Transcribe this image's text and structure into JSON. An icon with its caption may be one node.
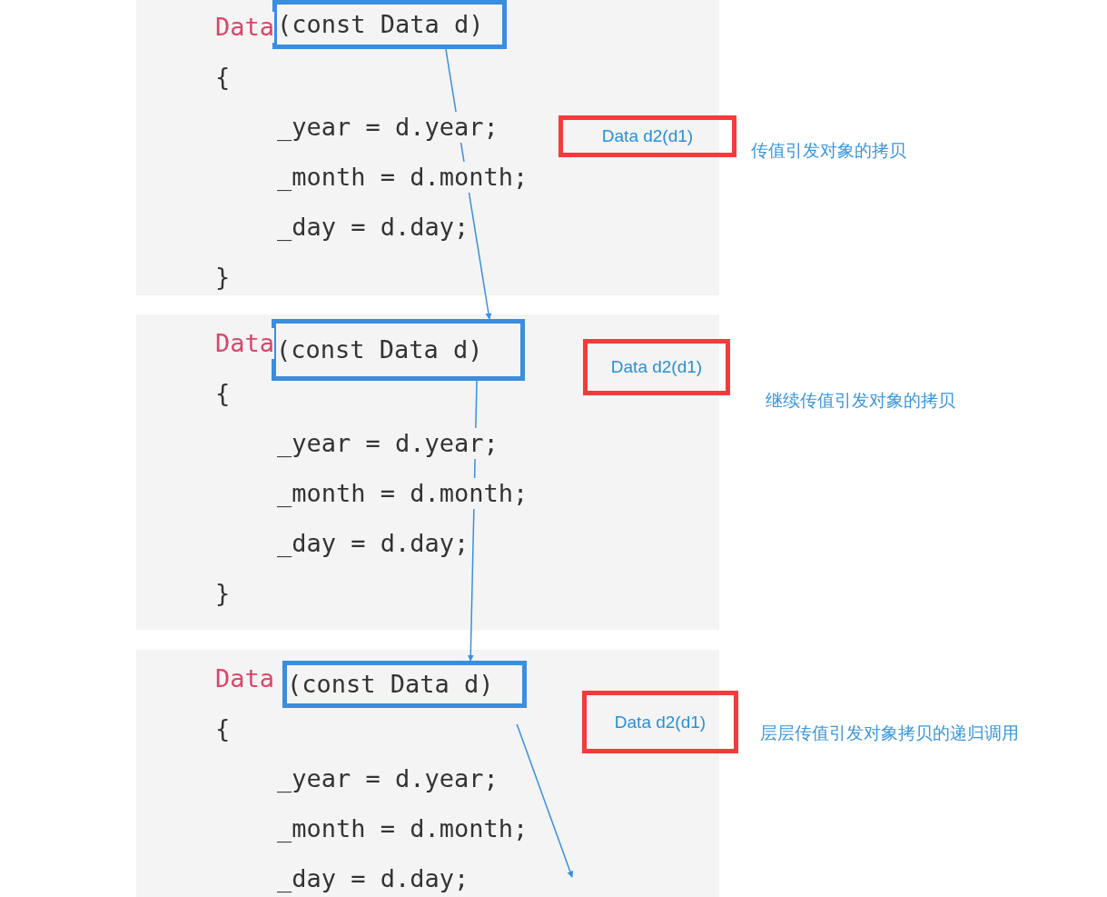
{
  "diagram": {
    "nodes": [
      {
        "text": [
          "Data",
          "{",
          "_year = d.year;",
          "_month = d.month;",
          "_day = d.day;",
          "}"
        ]
      },
      {
        "text": [
          "(const Data d)"
        ],
        "in": 0
      },
      {
        "text": [
          "Data d2(d1)"
        ],
        "beside": [
          "传值引发对象的拷贝"
        ]
      },
      {
        "text": [
          "Data",
          "{",
          "_year = d.year;",
          "_month = d.month;",
          "_day = d.day;",
          "}"
        ]
      },
      {
        "text": [
          "(const Data d)"
        ],
        "in": 3
      },
      {
        "text": [
          "Data d2(d1)"
        ],
        "beside": [
          "继续传值引发对象的拷贝"
        ]
      },
      {
        "text": [
          "Data",
          "{",
          "_year = d.year;",
          "_month = d.month;",
          "_day = d.day;"
        ]
      },
      {
        "text": [
          "(const Data d)"
        ],
        "in": 6
      },
      {
        "text": [
          "Data d2(d1)"
        ],
        "beside": [
          "层层传值引发对象拷贝的递归调用"
        ]
      }
    ],
    "edges": [
      {
        "from": 1,
        "to": 4,
        "arrow": "to"
      },
      {
        "from": 4,
        "to": 7,
        "arrow": "to"
      },
      {
        "from": 7,
        "to": null,
        "arrow": "to"
      }
    ]
  }
}
